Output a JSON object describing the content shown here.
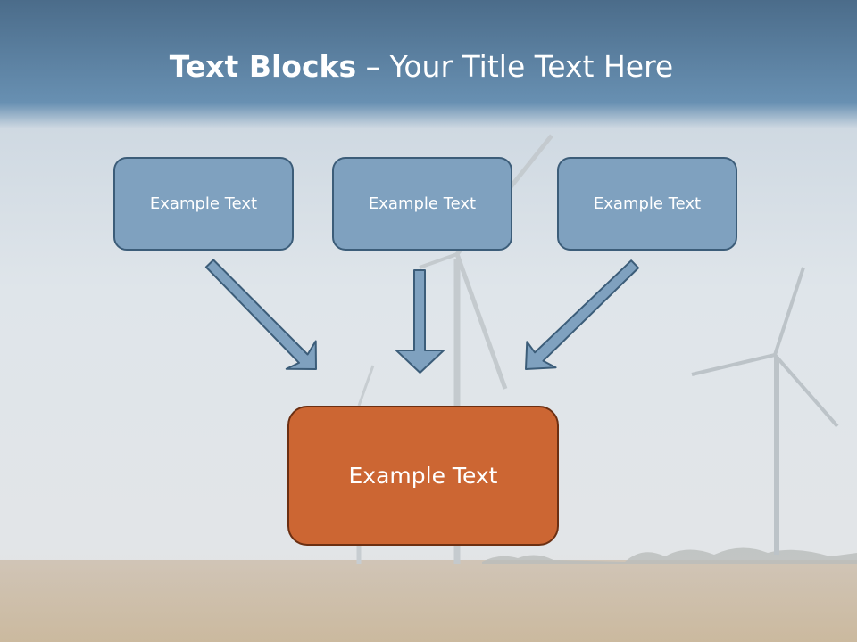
{
  "slide": {
    "title_bold": "Text Blocks",
    "title_rest": " – Your Title Text Here"
  },
  "diagram": {
    "top_boxes": [
      {
        "label": "Example Text"
      },
      {
        "label": "Example Text"
      },
      {
        "label": "Example Text"
      }
    ],
    "target_box": {
      "label": "Example Text"
    }
  },
  "colors": {
    "header_band": "#5e87aa",
    "box_fill": "#7fa1bf",
    "box_border": "#3c5d79",
    "target_fill": "#cc6633",
    "target_border": "#6b2f12",
    "arrow_fill": "#7fa1bf"
  }
}
